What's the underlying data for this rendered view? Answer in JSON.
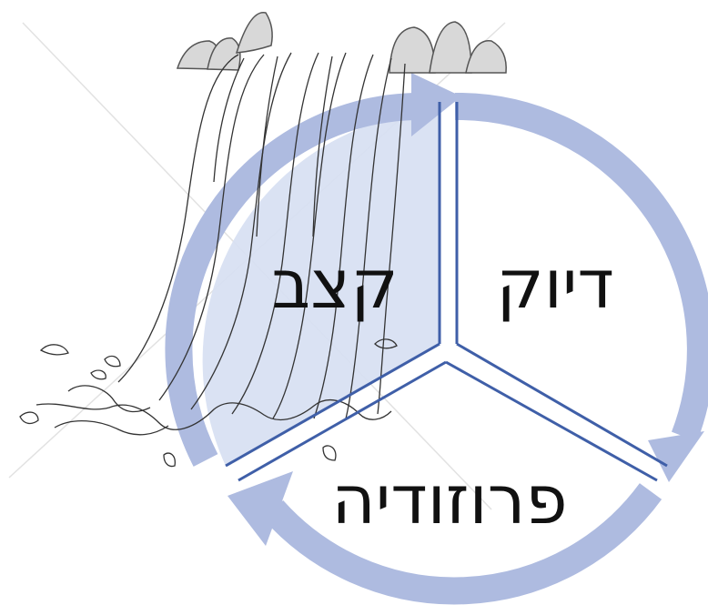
{
  "diagram": {
    "segments": [
      {
        "id": "speed",
        "label": "קצב"
      },
      {
        "id": "accuracy",
        "label": "דיוק"
      },
      {
        "id": "prosody",
        "label": "פרוזודיה"
      }
    ]
  },
  "colors": {
    "arrow": "#aebbe0",
    "highlight_fill": "#d7dff2",
    "divider": "#3f5fa8",
    "waterfall_stroke": "#333333",
    "rock_fill": "#d8d8d8",
    "text": "#111111"
  },
  "icons": [
    "waterfall-illustration",
    "rock-icon"
  ]
}
